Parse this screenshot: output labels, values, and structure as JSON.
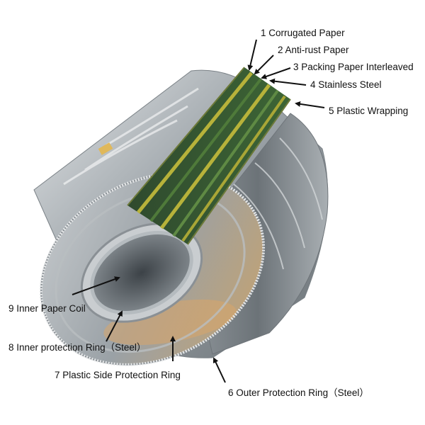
{
  "labels": {
    "l1": "1 Corrugated Paper",
    "l2": "2 Anti-rust Paper",
    "l3": "3 Packing Paper Interleaved",
    "l4": "4 Stainless Steel",
    "l5": "5 Plastic Wrapping",
    "l6": "6 Outer Protection Ring（Steel）",
    "l7": "7 Plastic Side Protection Ring",
    "l8": "8 Inner protection Ring（Steel）",
    "l9": "9 Inner Paper Coil"
  },
  "colors": {
    "steel_light": "#d3d6d8",
    "steel_mid": "#a7adb1",
    "steel_dark": "#5f666c",
    "cut_green_dark": "#2f4a2e",
    "cut_green_mid": "#4f7a3a",
    "cut_yellow": "#b7b23a",
    "warm_tint": "#d8a56a",
    "arrow": "#111111"
  }
}
